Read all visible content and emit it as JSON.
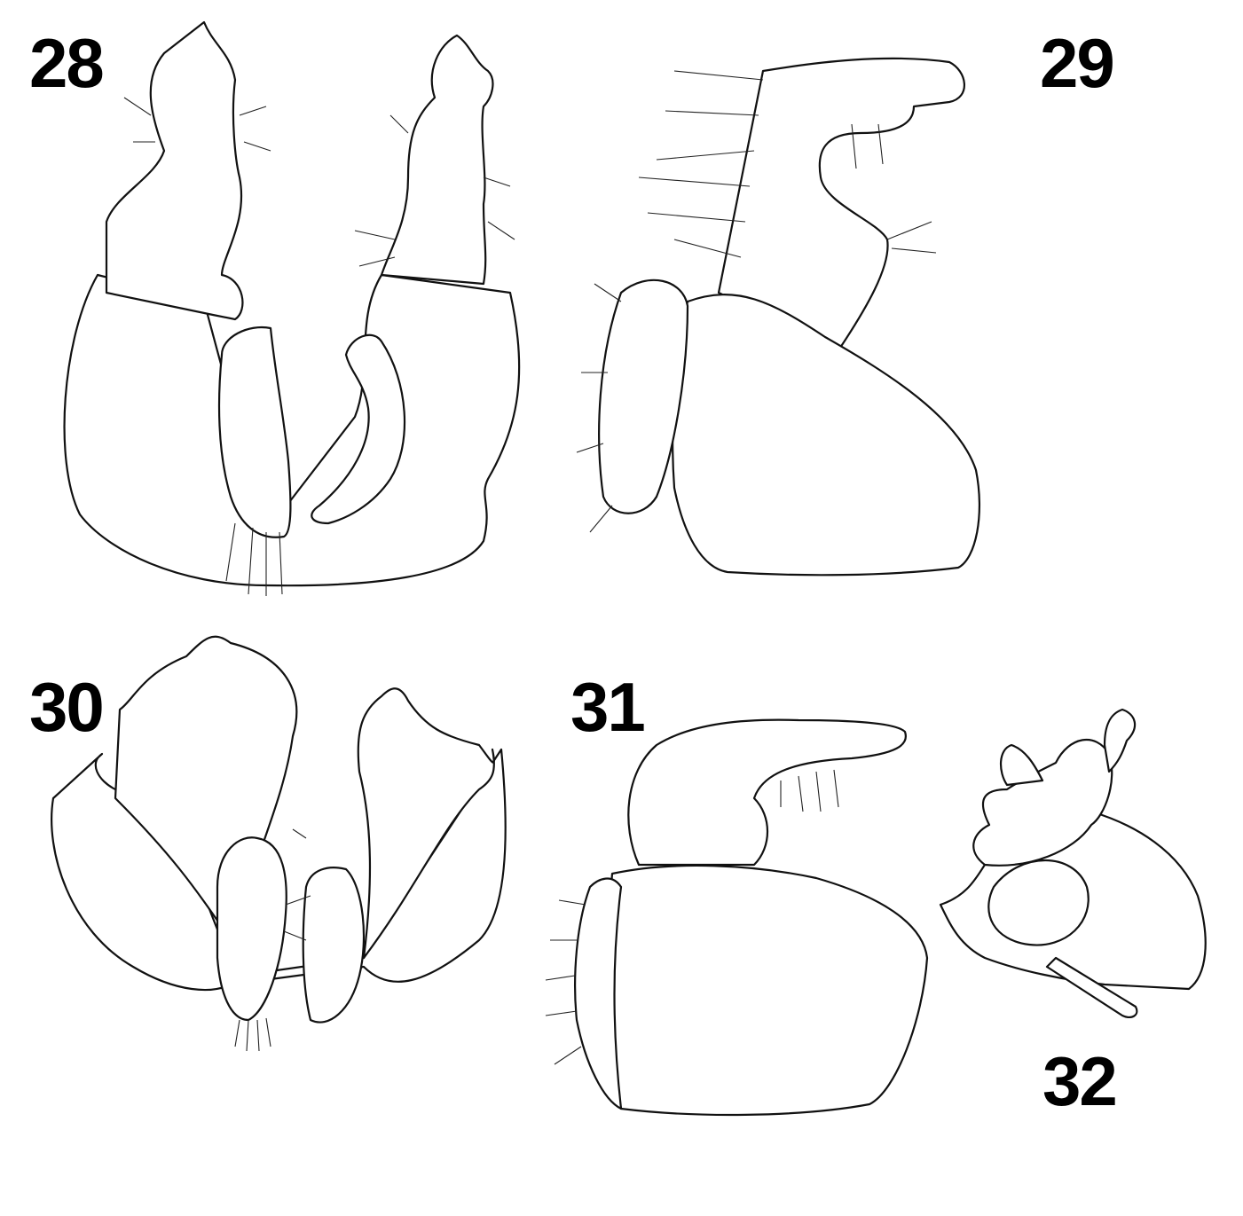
{
  "figures": [
    {
      "number": "28"
    },
    {
      "number": "29"
    },
    {
      "number": "30"
    },
    {
      "number": "31"
    },
    {
      "number": "32"
    }
  ],
  "colors": {
    "ink": "#111111",
    "paper": "#ffffff"
  }
}
